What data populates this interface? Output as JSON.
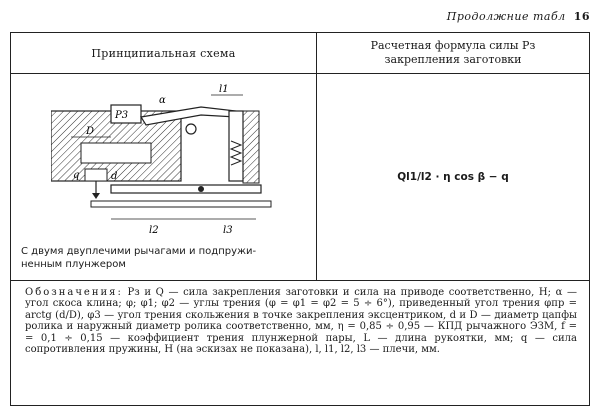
{
  "header": {
    "continuation": "Продолжние табл",
    "table_number": "16"
  },
  "columns": {
    "left_title": "Принципиальная схема",
    "right_title_line1": "Расчетная формула силы Pз",
    "right_title_line2": "закрепления заготовки"
  },
  "diagram": {
    "labels": {
      "p3": "P3",
      "alpha": "α",
      "l1": "l1",
      "D": "D",
      "d": "d",
      "q": "q",
      "l2": "l2",
      "l3": "l3"
    }
  },
  "caption": {
    "line1": "С двумя двуплечими рычагами и подпружи-",
    "line2": "ненным плунжером"
  },
  "formula": {
    "text": "Ql1/l2 · η cos β − q"
  },
  "notes": {
    "label": "Обозначения:",
    "text": " Pз и Q — сила закрепления заготовки и сила на приводе соответственно, Н; α — угол скоса клина; φ; φ1; φ2 — углы трения (φ = φ1 = φ2 = 5 ÷ 6°), приведенный угол трения φпр = arctg (d/D), φ3 — угол трения скольжения в точке закрепления эксцентриком, d и D — диаметр цапфы ролика и наружный диаметр ролика соответственно, мм, η = 0,85 ÷ 0,95 — КПД рычажного ЭЗМ, f = = 0,1 ÷ 0,15 — коэффициент трения плунжерной пары, L — длина рукоятки, мм; q — сила сопротивления пружины, Н (на эскизах не показана), l, l1, l2, l3 — плечи, мм."
  }
}
